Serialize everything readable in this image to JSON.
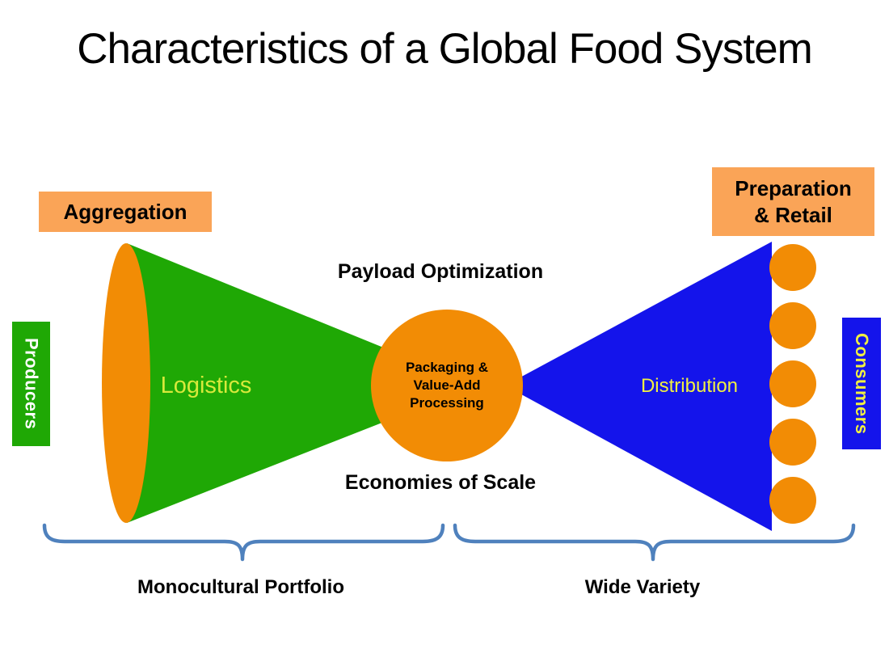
{
  "title": "Characteristics of a Global Food System",
  "colors": {
    "light_orange": "#FAA457",
    "orange": "#F28C05",
    "green": "#1FA805",
    "blue": "#1414EB",
    "yellow": "#F0F041",
    "yellow_green": "#D7E93B",
    "brace": "#4F81BD",
    "text_black": "#000000",
    "text_white": "#FFFFFF"
  },
  "top_boxes": {
    "aggregation": "Aggregation",
    "preparation_line1": "Preparation",
    "preparation_line2": "& Retail"
  },
  "left_rail": {
    "label": "Producers"
  },
  "right_rail": {
    "label": "Consumers"
  },
  "funnel": {
    "label": "Logistics"
  },
  "triangle": {
    "label": "Distribution"
  },
  "hub": {
    "line1": "Packaging &",
    "line2": "Value-Add",
    "line3": "Processing"
  },
  "annotations": {
    "above_hub": "Payload Optimization",
    "below_hub": "Economies of Scale"
  },
  "braces": {
    "left_label": "Monocultural Portfolio",
    "right_label": "Wide Variety"
  }
}
